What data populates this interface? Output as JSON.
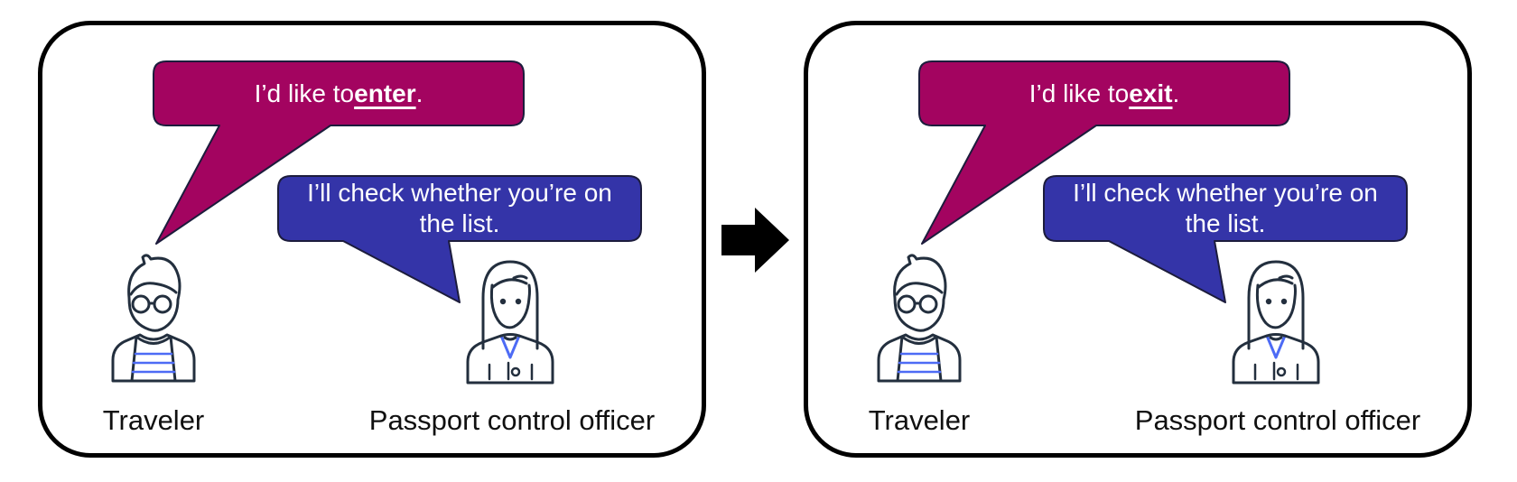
{
  "colors": {
    "traveler_bubble_fill": "#a30460",
    "officer_bubble_fill": "#3434a8",
    "bubble_outline": "#1c1c3c",
    "panel_border": "#000000",
    "icon_outline": "#232f3e",
    "icon_accent_blue": "#4d6bf5",
    "bubble_text": "#ffffff",
    "arrow_fill": "#000000"
  },
  "arrow": {
    "name": "right-arrow"
  },
  "panels": [
    {
      "traveler_bubble": {
        "prefix": "I’d like to ",
        "keyword": "enter",
        "suffix": "."
      },
      "officer_bubble": {
        "line1": "I’ll check whether you’re on",
        "line2": "the list."
      },
      "traveler_label": "Traveler",
      "officer_label": "Passport control officer"
    },
    {
      "traveler_bubble": {
        "prefix": "I’d like to ",
        "keyword": "exit",
        "suffix": "."
      },
      "officer_bubble": {
        "line1": "I’ll check whether you’re on",
        "line2": "the list."
      },
      "traveler_label": "Traveler",
      "officer_label": "Passport control officer"
    }
  ]
}
